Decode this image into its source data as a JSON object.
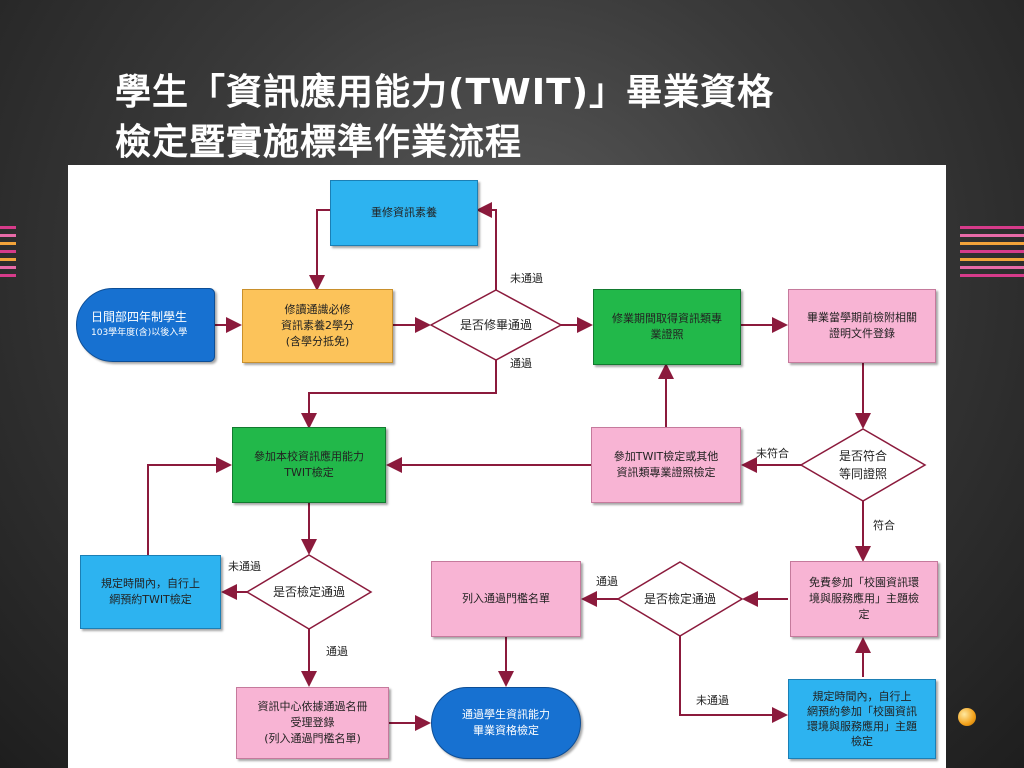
{
  "slide": {
    "title_line1": "學生「資訊應用能力(TWIT)」畢業資格",
    "title_line2": "檢定暨實施標準作業流程"
  },
  "flowchart": {
    "start": {
      "line1": "日間部四年制學生",
      "line2": "103學年度(含)以後入學"
    },
    "retake": "重修資訊素養",
    "course": "修讀通識必修\n資訊素養2學分\n(含學分抵免)",
    "decision_pass_course": "是否修畢通過",
    "cert_during_study": "修業期間取得資訊類專\n業證照",
    "upload_docs": "畢業當學期前檢附相關\n證明文件登錄",
    "decision_equivalent": "是否符合\n等同證照",
    "school_twit": "參加本校資訊應用能力\nTWIT檢定",
    "other_cert": "參加TWIT檢定或其他\n資訊類專業證照檢定",
    "self_book_twit": "規定時間內，自行上\n網預約TWIT檢定",
    "decision_twit_pass": "是否檢定通過",
    "free_exam": "免費參加「校園資訊環\n境與服務應用」主題檢\n定",
    "decision_exam_pass": "是否檢定通過",
    "list_threshold": "列入通過門檻名單",
    "self_book_theme": "規定時間內，自行上\n網預約參加「校園資訊\n環境與服務應用」主題\n檢定",
    "register": "資訊中心依據通過名冊\n受理登錄\n(列入通過門檻名單)",
    "end": "通過學生資訊能力\n畢業資格檢定",
    "labels": {
      "fail_course": "未通過",
      "pass_course": "通過",
      "not_match": "未符合",
      "match": "符合",
      "fail_twit": "未通過",
      "pass_twit": "通過",
      "pass_exam": "通過",
      "fail_exam": "未通過"
    }
  },
  "colors": {
    "arrow": "#8b1a3c",
    "blue": "#2db3f0",
    "orange": "#fcc35a",
    "green": "#22b84a",
    "pink": "#f8b4d4",
    "terminal": "#1771d1"
  }
}
